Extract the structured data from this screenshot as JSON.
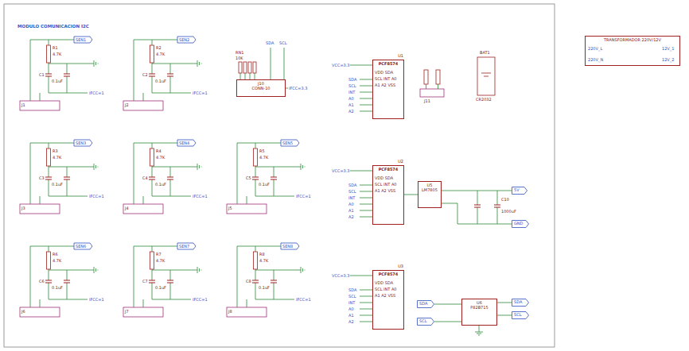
{
  "diagram": {
    "title": "MODULO COMUNICACION I2C",
    "nodes": [
      {
        "text": [
          "U1",
          "PCF8574",
          "VDD SDA SCL INT A0 A1 A2 VSS"
        ]
      },
      {
        "text": [
          "U2",
          "PCF8574",
          "VDD SDA SCL INT A0 A1 A2 VSS"
        ]
      },
      {
        "text": [
          "U3",
          "PCF8574",
          "VDD SDA SCL INT A0 A1 A2 VSS"
        ]
      },
      {
        "text": [
          "J10",
          "CONN-10"
        ]
      },
      {
        "text": [
          "U5",
          "LM7805"
        ]
      },
      {
        "text": [
          "5V"
        ]
      },
      {
        "text": [
          "GND"
        ]
      },
      {
        "text": [
          "U6",
          "P82B715"
        ]
      },
      {
        "text": [
          "SDA"
        ]
      },
      {
        "text": [
          "SCL"
        ]
      },
      {
        "text": [
          "SDA"
        ]
      },
      {
        "text": [
          "SCL"
        ]
      },
      {
        "text": [
          "TRANSFORMADOR 220V/12V"
        ]
      }
    ],
    "edges": [
      {
        "from": 4,
        "to": 5,
        "arrow": "none"
      },
      {
        "from": 4,
        "to": 6,
        "arrow": "none"
      },
      {
        "from": 8,
        "to": 7,
        "arrow": "none"
      },
      {
        "from": 9,
        "to": 7,
        "arrow": "none"
      },
      {
        "from": 7,
        "to": 10,
        "arrow": "none"
      },
      {
        "from": 7,
        "to": 11,
        "arrow": "none"
      },
      {
        "from": 1,
        "to": 4,
        "arrow": "none"
      }
    ],
    "labels": [
      "SEN1",
      "R1",
      "4.7K",
      "C1",
      "0.1uF",
      "IFCC=1",
      "J1",
      "SEN2",
      "R2",
      "4.7K",
      "C2",
      "0.1uF",
      "IFCC=1",
      "J2",
      "SEN3",
      "R3",
      "4.7K",
      "C3",
      "0.1uF",
      "IFCC=1",
      "J3",
      "SEN4",
      "R4",
      "4.7K",
      "C4",
      "0.1uF",
      "IFCC=1",
      "J4",
      "SEN5",
      "R5",
      "4.7K",
      "C5",
      "0.1uF",
      "IFCC=1",
      "J5",
      "SEN6",
      "R6",
      "4.7K",
      "C6",
      "0.1uF",
      "IFCC=1",
      "J6",
      "SEN7",
      "R7",
      "4.7K",
      "C7",
      "0.1uF",
      "IFCC=1",
      "J7",
      "SEN8",
      "R8",
      "4.7K",
      "C8",
      "0.1uF",
      "IFCC=1",
      "J8",
      "RN1",
      "10K",
      "IFCC=3.3",
      "SDA",
      "SCL",
      "VCC=3.3",
      "VCC=3.3",
      "VCC=3.3",
      "J11",
      "BAT1",
      "CR2032",
      "C10",
      "1000uF",
      "220V_L",
      "220V_N",
      "12V_1",
      "12V_2",
      "SDA",
      "SCL",
      "INT",
      "A0",
      "A1",
      "A2",
      "SDA",
      "SCL",
      "INT",
      "A0",
      "A1",
      "A2",
      "SDA",
      "SCL",
      "INT",
      "A0",
      "A1",
      "A2"
    ]
  }
}
